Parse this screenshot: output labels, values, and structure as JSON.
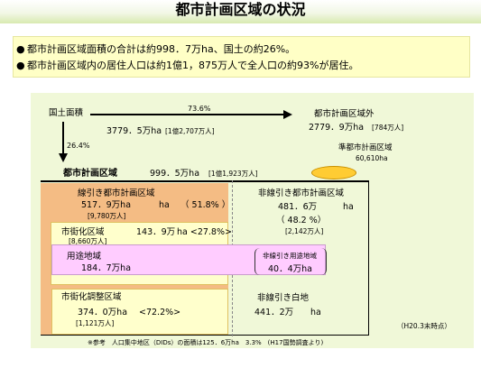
{
  "title": "都市計画区域の状況",
  "summary": {
    "line1": "都市計画区域面積の合計は約998．7万ha、国土の約26%。",
    "line2": "都市計画区域内の居住人口は約1億1，875万人で全人口の約93%が居住。"
  },
  "diagram": {
    "kokudo": {
      "label": "国土面積",
      "area": "3779．5万ha",
      "pop": "[1億2,707万人]"
    },
    "arrow_right_pct": "73.6%",
    "arrow_down_pct": "26.4%",
    "outside": {
      "label": "都市計画区域外",
      "area": "2779．9万ha",
      "pop": "[784万人]"
    },
    "jun": {
      "label": "準都市計画区域",
      "area": "60,610ha"
    },
    "toshi": {
      "label": "都市計画区域",
      "area": "999．5万ha",
      "pop": "[1億1,923万人]"
    },
    "senbiki": {
      "label": "線引き都市計画区域",
      "area": "517．9万ha",
      "unit": "ha",
      "pct": "（ 51.8% ）",
      "pop": "[9,780万人]"
    },
    "hisenbiki": {
      "label": "非線引き都市計画区域",
      "area": "481．6万",
      "unit": "ha",
      "pct": "（ 48.2 %）",
      "pop": "[2,142万人]"
    },
    "shigaika": {
      "label": "市街化区域",
      "area": "143．9万",
      "unit_pct": "ha <27.8%>",
      "pop": "[8,660万人]"
    },
    "youto": {
      "label": "用途地域",
      "area": "184．7万ha"
    },
    "hisen_youto": {
      "label": "非線引き用途地域",
      "area": "40．4万ha"
    },
    "chousei": {
      "label": "市街化調整区域",
      "area": "374．0万ha",
      "pct": "<72.2%>",
      "pop": "[1,121万人]"
    },
    "hakuchi": {
      "label": "非線引き白地",
      "area": "441．2万",
      "unit": "ha"
    },
    "date": "（H20.3末時点）",
    "footnote": "※参考　人口集中地区（DIDs）の面積は125．6万ha　3.3%　(H17国勢調査より)"
  },
  "colors": {
    "senbiki": "#f4bc84",
    "summary_bg": "#ffffc6",
    "diagram_bg": "#f0f8d8",
    "youto": "#ffccff",
    "shigaika": "#ffffcc",
    "ellipse": "#ffcc33"
  }
}
